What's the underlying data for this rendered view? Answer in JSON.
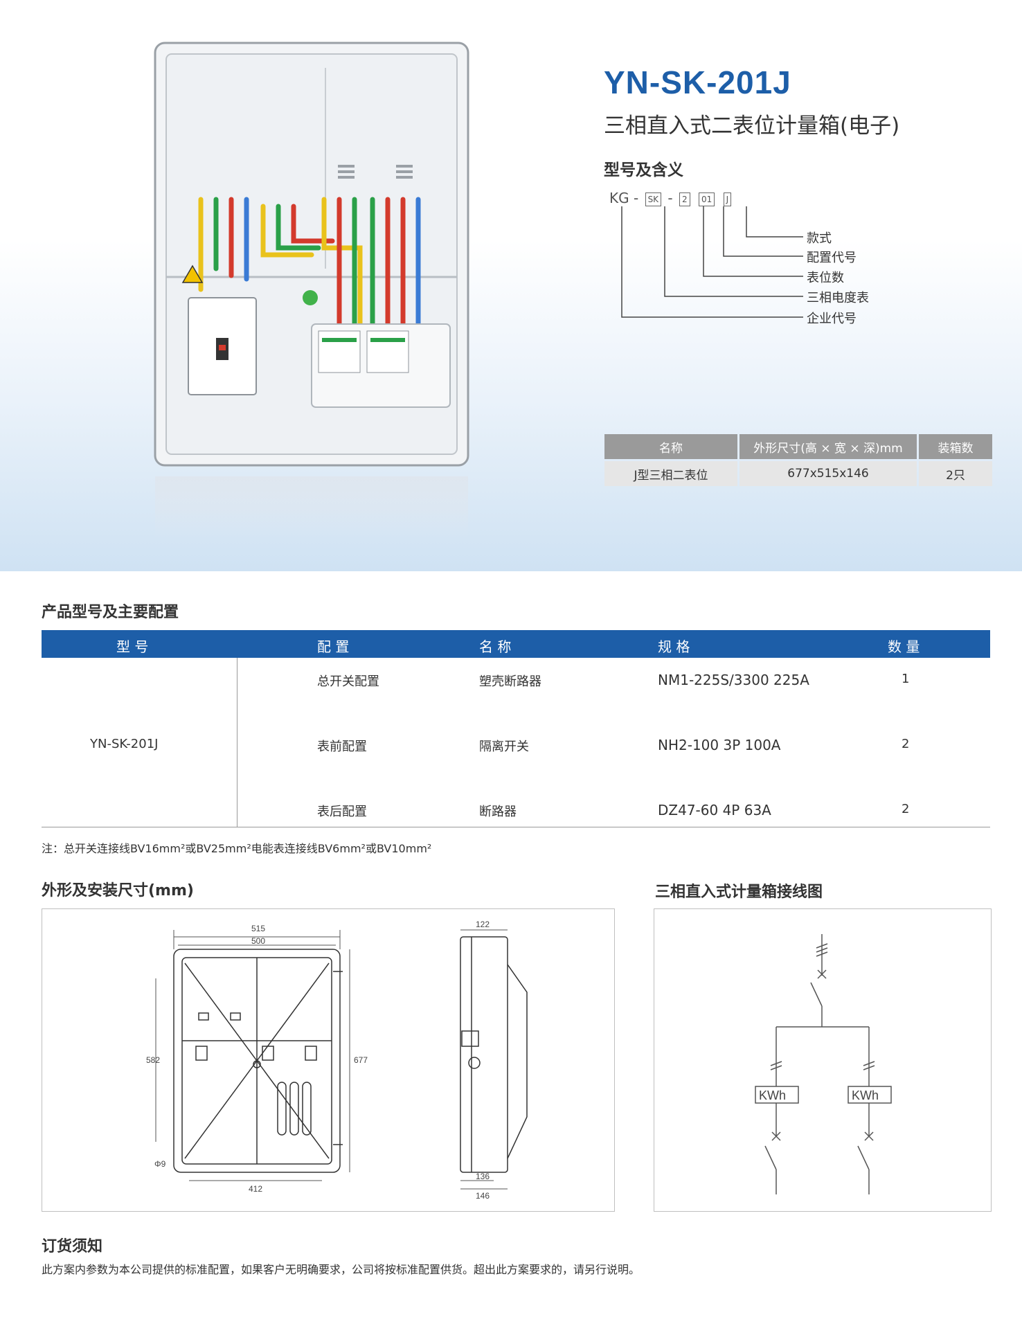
{
  "header": {
    "model": "YN-SK-201J",
    "subtitle": "三相直入式二表位计量箱(电子)",
    "meaning_title": "型号及含义",
    "code": {
      "prefix": "KG",
      "sep": "-",
      "box1": "SK",
      "box2": "2",
      "box3": "01",
      "box4": "J"
    },
    "legend": [
      "款式",
      "配置代号",
      "表位数",
      "三相电度表",
      "企业代号"
    ]
  },
  "spec_table": {
    "headers": [
      "名称",
      "外形尺寸(高 × 宽 × 深)mm",
      "装箱数"
    ],
    "row": [
      "J型三相二表位",
      "677x515x146",
      "2只"
    ]
  },
  "config": {
    "title": "产品型号及主要配置",
    "headers": [
      "型 号",
      "配 置",
      "名 称",
      "规 格",
      "数 量"
    ],
    "model": "YN-SK-201J",
    "rows": [
      {
        "config": "总开关配置",
        "name": "塑壳断路器",
        "spec": "NM1-225S/3300 225A",
        "qty": "1"
      },
      {
        "config": "表前配置",
        "name": "隔离开关",
        "spec": "NH2-100 3P 100A",
        "qty": "2"
      },
      {
        "config": "表后配置",
        "name": "断路器",
        "spec": "DZ47-60 4P 63A",
        "qty": "2"
      }
    ],
    "note": "注：总开关连接线BV16mm²或BV25mm²电能表连接线BV6mm²或BV10mm²"
  },
  "dimensions": {
    "title": "外形及安装尺寸(mm)",
    "labels": {
      "w515": "515",
      "w500": "500",
      "h582": "582",
      "h677": "677",
      "w412": "412",
      "hole": "Φ9",
      "d122": "122",
      "d136": "136",
      "d146": "146"
    }
  },
  "wiring": {
    "title": "三相直入式计量箱接线图",
    "meter_label": "KWh"
  },
  "order": {
    "title": "订货须知",
    "text": "此方案内参数为本公司提供的标准配置，如果客户无明确要求，公司将按标准配置供货。超出此方案要求的，请另行说明。"
  },
  "colors": {
    "brand_blue": "#1d5ea8",
    "header_gray": "#9a9a9a",
    "cell_gray": "#e6e6e6"
  }
}
